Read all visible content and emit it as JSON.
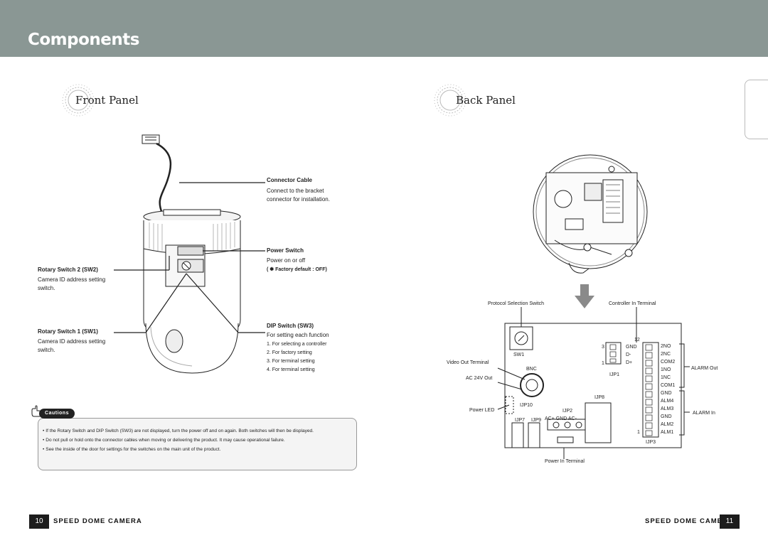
{
  "header": {
    "title": "Components"
  },
  "front_panel": {
    "title": "Front Panel",
    "connector_cable": {
      "title": "Connector Cable",
      "desc_1": "Connect to the bracket",
      "desc_2": "connector for installation."
    },
    "power_switch": {
      "title": "Power Switch",
      "desc": "Power on or off",
      "note": "( ✽ Factory default : OFF)"
    },
    "rotary_switch_2": {
      "title": "Rotary Switch 2 (SW2)",
      "desc_1": "Camera ID address setting",
      "desc_2": "switch."
    },
    "rotary_switch_1": {
      "title": "Rotary Switch 1 (SW1)",
      "desc_1": "Camera ID address setting",
      "desc_2": "switch."
    },
    "dip_switch": {
      "title": "DIP Switch (SW3)",
      "desc": "For setting each function",
      "items": [
        "1. For selecting a controller",
        "2. For factory setting",
        "3. For terminal setting",
        "4. For terminal setting"
      ]
    }
  },
  "cautions": {
    "tag": "Cautions",
    "items": [
      "If the Rotary Switch and DIP Switch (SW3) are not displayed, turn the power off and on again. Both switches will then be displayed.",
      "Do not pull or hold onto the connector cables when moving or delivering the product. It may cause operational failure.",
      "See the inside of the door for settings for the switches on the main unit of the product."
    ]
  },
  "back_panel": {
    "title": "Back Panel",
    "labels": {
      "protocol_selection_switch": "Protocol Selection Switch",
      "controller_in_terminal": "Controller In Terminal",
      "video_out_terminal": "Video Out Terminal",
      "ac24v_out": "AC 24V Out",
      "power_led": "Power LED",
      "power_in_terminal": "Power In Terminal",
      "alarm_out": "ALARM Out",
      "alarm_in": "ALARM In"
    },
    "board": {
      "sw1": "SW1",
      "bnc": "BNC",
      "ijp10": "IJP10",
      "ijp7": "IJP7",
      "ijp9": "IJP9",
      "ijp2": "IJP2",
      "ijp8": "IJP8",
      "ijp1": "IJP1",
      "ijp3": "IJP3",
      "power_pins": "AC+  GND AC-",
      "ijp1_pins": [
        "GND",
        "D-",
        "D+"
      ],
      "ijp1_num_top": "3",
      "ijp1_num_bottom": "1",
      "ijp3_num_top": "12",
      "ijp3_num_bottom": "1",
      "ijp3_pins": [
        "2NO",
        "2NC",
        "COM2",
        "1NO",
        "1NC",
        "COM1",
        "GND",
        "ALM4",
        "ALM3",
        "GND",
        "ALM2",
        "ALM1"
      ]
    }
  },
  "footer": {
    "left_page": "10",
    "left_label": "SPEED DOME CAMERA",
    "right_label": "SPEED DOME CAMERA",
    "right_page": "11"
  }
}
